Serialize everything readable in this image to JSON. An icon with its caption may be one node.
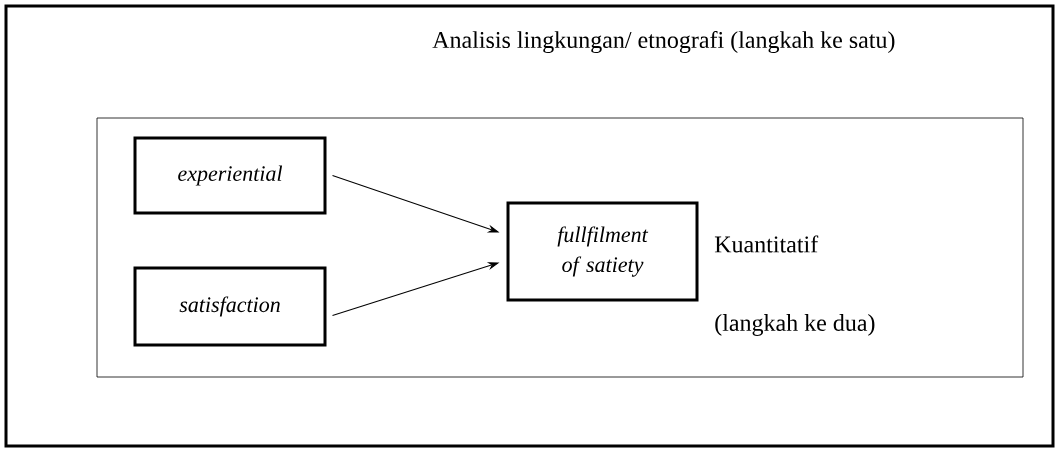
{
  "diagram": {
    "nodes": [
      {
        "text": [
          "Analisis lingkungan/ etnografi (langkah ke satu)"
        ]
      },
      {
        "text": [
          "Kuantitatif",
          "(langkah ke dua)"
        ],
        "in": 0
      },
      {
        "text": [
          "experiential"
        ],
        "in": 1
      },
      {
        "text": [
          "satisfaction"
        ],
        "in": 1
      },
      {
        "text": [
          "fullfilment of satiety"
        ],
        "in": 1
      }
    ],
    "edges": [
      {
        "from": 2,
        "to": 4,
        "arrow": "to"
      },
      {
        "from": 3,
        "to": 4,
        "arrow": "to"
      }
    ]
  }
}
